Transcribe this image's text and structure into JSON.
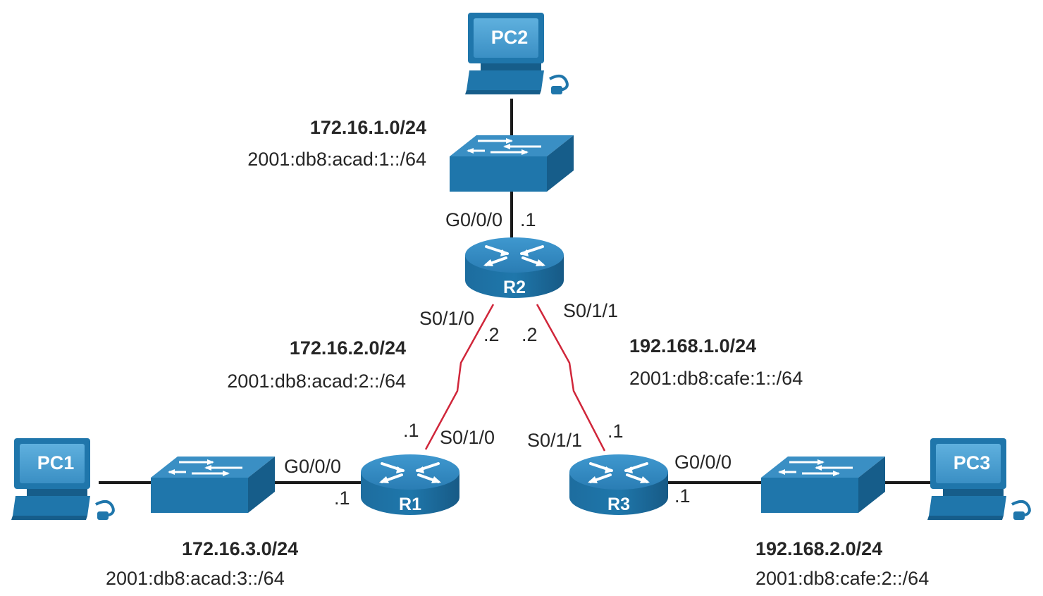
{
  "devices": {
    "pc1": {
      "label": "PC1"
    },
    "pc2": {
      "label": "PC2"
    },
    "pc3": {
      "label": "PC3"
    },
    "r1": {
      "label": "R1"
    },
    "r2": {
      "label": "R2"
    },
    "r3": {
      "label": "R3"
    }
  },
  "networks": {
    "pc2_lan": {
      "ipv4": "172.16.1.0/24",
      "ipv6": "2001:db8:acad:1::/64"
    },
    "r1_r2": {
      "ipv4": "172.16.2.0/24",
      "ipv6": "2001:db8:acad:2::/64"
    },
    "r2_r3": {
      "ipv4": "192.168.1.0/24",
      "ipv6": "2001:db8:cafe:1::/64"
    },
    "pc1_lan": {
      "ipv4": "172.16.3.0/24",
      "ipv6": "2001:db8:acad:3::/64"
    },
    "pc3_lan": {
      "ipv4": "192.168.2.0/24",
      "ipv6": "2001:db8:cafe:2::/64"
    }
  },
  "interfaces": {
    "r2_g000": {
      "name": "G0/0/0",
      "host": ".1"
    },
    "r2_s010": {
      "name": "S0/1/0",
      "host": ".2"
    },
    "r2_s011": {
      "name": "S0/1/1",
      "host": ".2"
    },
    "r1_s010": {
      "name": "S0/1/0",
      "host": ".1"
    },
    "r1_g000": {
      "name": "G0/0/0",
      "host": ".1"
    },
    "r3_s011": {
      "name": "S0/1/1",
      "host": ".1"
    },
    "r3_g000": {
      "name": "G0/0/0",
      "host": ".1"
    }
  },
  "colors": {
    "device_top": "#3a8fc4",
    "device_side": "#1c6a9c",
    "device_dark": "#14557e",
    "ethernet_link": "#1a1a1a",
    "serial_link": "#d0263a"
  }
}
